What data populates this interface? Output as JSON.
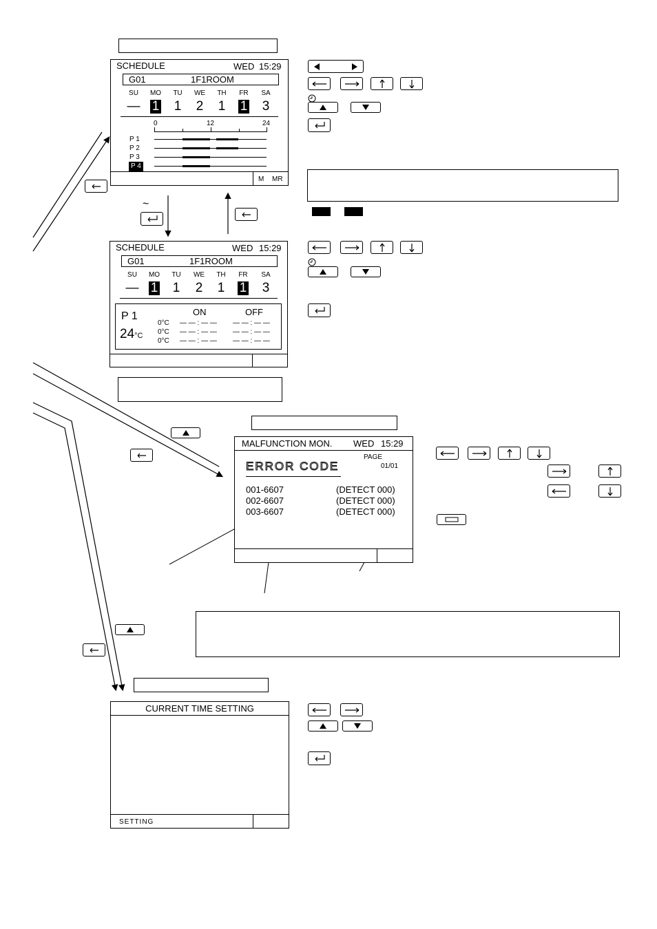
{
  "schedule_screen": {
    "title": "SCHEDULE",
    "day": "WED",
    "time": "15:29",
    "group_id": "G01",
    "group_name": "1F1ROOM",
    "days": [
      "SU",
      "MO",
      "TU",
      "WE",
      "TH",
      "FR",
      "SA"
    ],
    "values": [
      "—",
      "1",
      "1",
      "2",
      "1",
      "1",
      "3"
    ],
    "highlighted_days": [
      "MO",
      "FR"
    ],
    "timeline_ticks": [
      "0",
      "12",
      "24"
    ],
    "programs": [
      "P 1",
      "P 2",
      "P 3",
      "P 4"
    ],
    "selected_program": "P 4",
    "footer_m": "M",
    "footer_mr": "MR"
  },
  "schedule_detail_screen": {
    "title": "SCHEDULE",
    "day": "WED",
    "time": "15:29",
    "group_id": "G01",
    "group_name": "1F1ROOM",
    "days": [
      "SU",
      "MO",
      "TU",
      "WE",
      "TH",
      "FR",
      "SA"
    ],
    "values": [
      "—",
      "1",
      "1",
      "2",
      "1",
      "1",
      "3"
    ],
    "program": "P 1",
    "temperature": "24",
    "temperature_unit": "°C",
    "on_label": "ON",
    "off_label": "OFF",
    "rows": [
      {
        "temp": "0°C",
        "on": "— — : — —",
        "off": "— — : — —"
      },
      {
        "temp": "0°C",
        "on": "— — : — —",
        "off": "— — : — —"
      },
      {
        "temp": "0°C",
        "on": "— — : — —",
        "off": "— — : — —"
      }
    ]
  },
  "malfunction_screen": {
    "title": "MALFUNCTION MON.",
    "day": "WED",
    "time": "15:29",
    "page_label": "PAGE",
    "page_value": "01/01",
    "heading": "ERROR CODE",
    "entries": [
      {
        "code": "001-6607",
        "detect": "(DETECT 000)"
      },
      {
        "code": "002-6607",
        "detect": "(DETECT 000)"
      },
      {
        "code": "003-6607",
        "detect": "(DETECT 000)"
      }
    ]
  },
  "time_setting_screen": {
    "title": "CURRENT TIME SETTING",
    "footer": "SETTING"
  },
  "misc": {
    "tilde": "~"
  }
}
